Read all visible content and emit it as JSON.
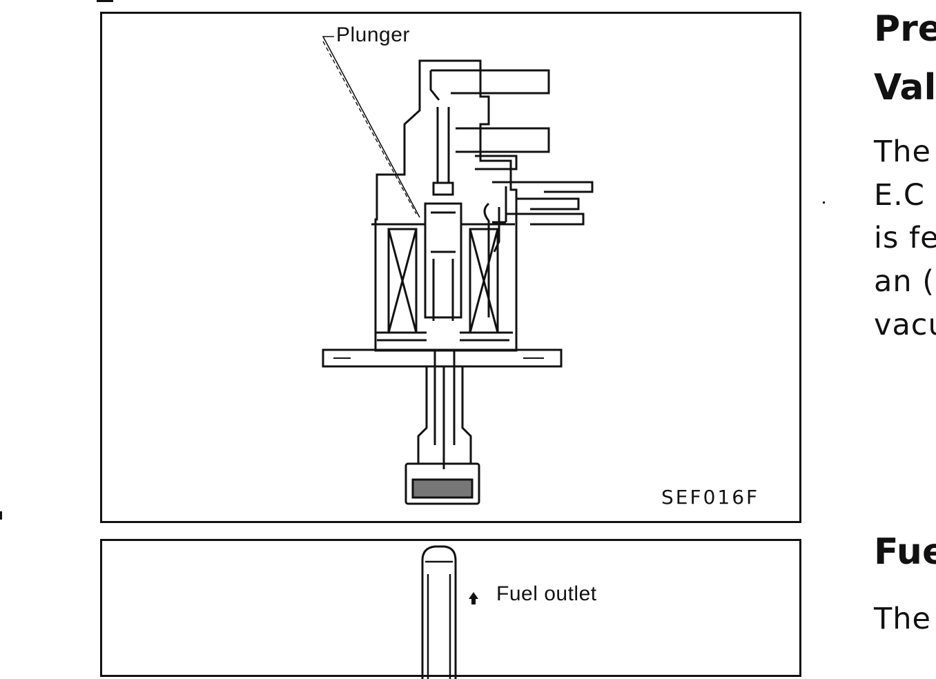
{
  "figure1": {
    "callout_label": "Plunger",
    "code": "SEF016F"
  },
  "figure2": {
    "callout_label": "Fuel outlet",
    "arrow_glyph": "↑"
  },
  "section1": {
    "heading_line1": "Pre",
    "heading_line2": "Val",
    "body_lines": [
      "The",
      "E.C",
      "is fe",
      "an (",
      "vacu"
    ]
  },
  "section2": {
    "heading": "Fue",
    "body_lines": [
      "The"
    ]
  }
}
